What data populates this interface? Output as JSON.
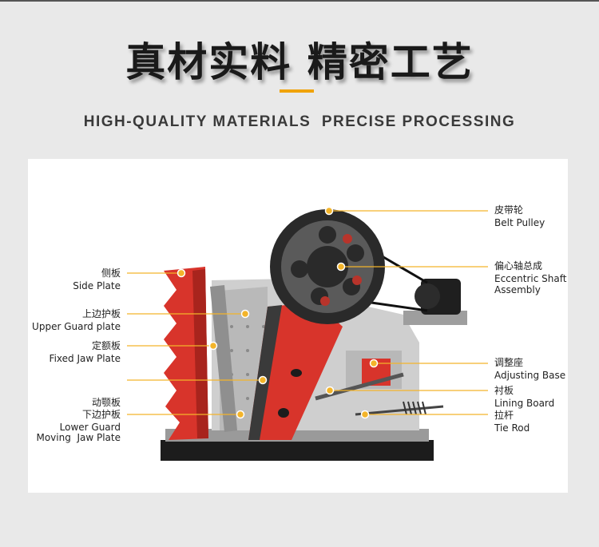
{
  "header": {
    "title_cn": "真材实料 精密工艺",
    "title_en": "HIGH-QUALITY MATERIALS  PRECISE PROCESSING"
  },
  "colors": {
    "accent": "#f0a30a",
    "machine_red": "#d8342b",
    "machine_gray": "#c9c9c9",
    "wheel": "#2a2a2a",
    "leader": "#f3b42a"
  },
  "labels": {
    "left": [
      {
        "cn": "侧板",
        "en": "Side Plate"
      },
      {
        "cn": "上边护板",
        "en": "Upper Guard plate"
      },
      {
        "cn": "定额板",
        "en": "Fixed Jaw Plate"
      },
      {
        "cn": "动颚板",
        "en": "Moving  Jaw Plate"
      },
      {
        "cn": "下边护板",
        "en": "Lower Guard"
      }
    ],
    "right": [
      {
        "cn": "皮带轮",
        "en": "Belt Pulley"
      },
      {
        "cn": "偏心轴总成",
        "en": "Eccentric Shaft",
        "en2": "Assembly"
      },
      {
        "cn": "调整座",
        "en": "Adjusting Base"
      },
      {
        "cn": "衬板",
        "en": "Lining Board"
      },
      {
        "cn": "拉杆",
        "en": "Tie Rod"
      }
    ]
  }
}
